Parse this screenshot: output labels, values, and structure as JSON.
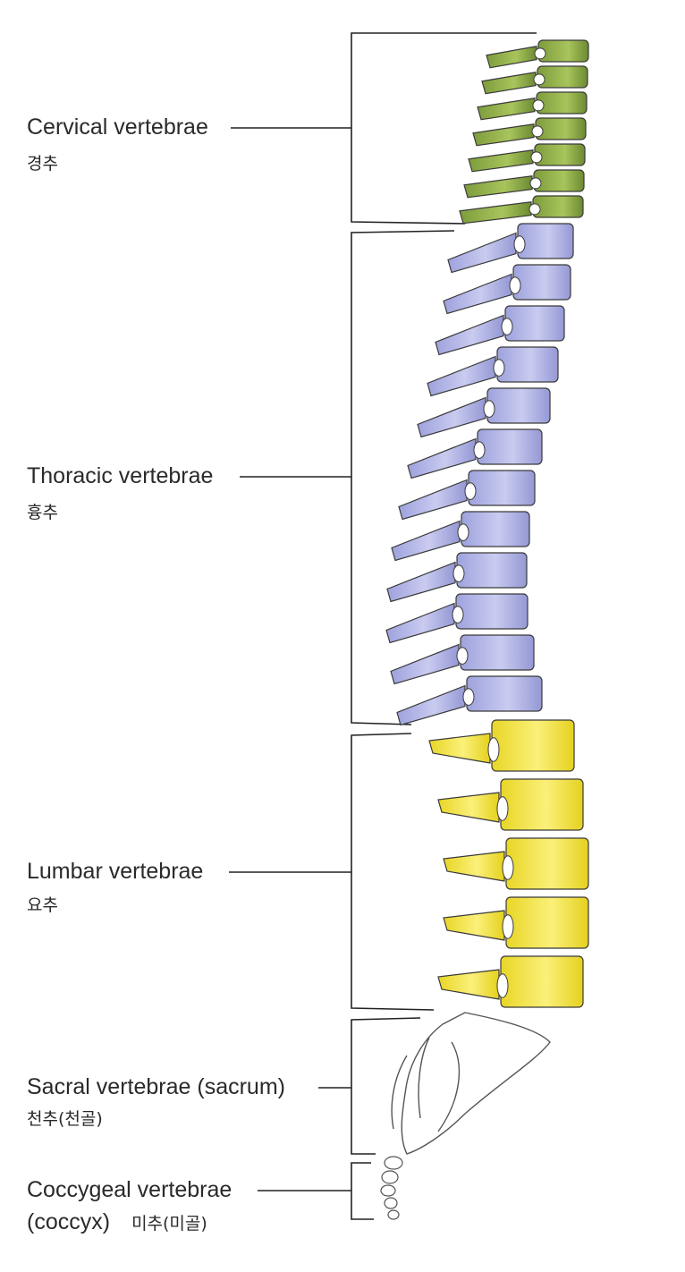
{
  "regions": [
    {
      "id": "cervical",
      "label_en": "Cervical vertebrae",
      "label_ko": "경추",
      "color": "#8aa84a"
    },
    {
      "id": "thoracic",
      "label_en": "Thoracic vertebrae",
      "label_ko": "흉추",
      "color": "#b3b6e6"
    },
    {
      "id": "lumbar",
      "label_en": "Lumbar vertebrae",
      "label_ko": "요추",
      "color": "#f2e54a"
    },
    {
      "id": "sacral",
      "label_en": "Sacral vertebrae (sacrum)",
      "label_ko": "천추(천골)",
      "color": "#ffffff"
    },
    {
      "id": "coccygeal",
      "label_en": "Coccygeal vertebrae",
      "label_en_2": "(coccyx)",
      "label_ko": "미추(미골)",
      "color": "#ffffff"
    }
  ],
  "colors": {
    "outline": "#3a3a3a",
    "leader": "#222222"
  }
}
